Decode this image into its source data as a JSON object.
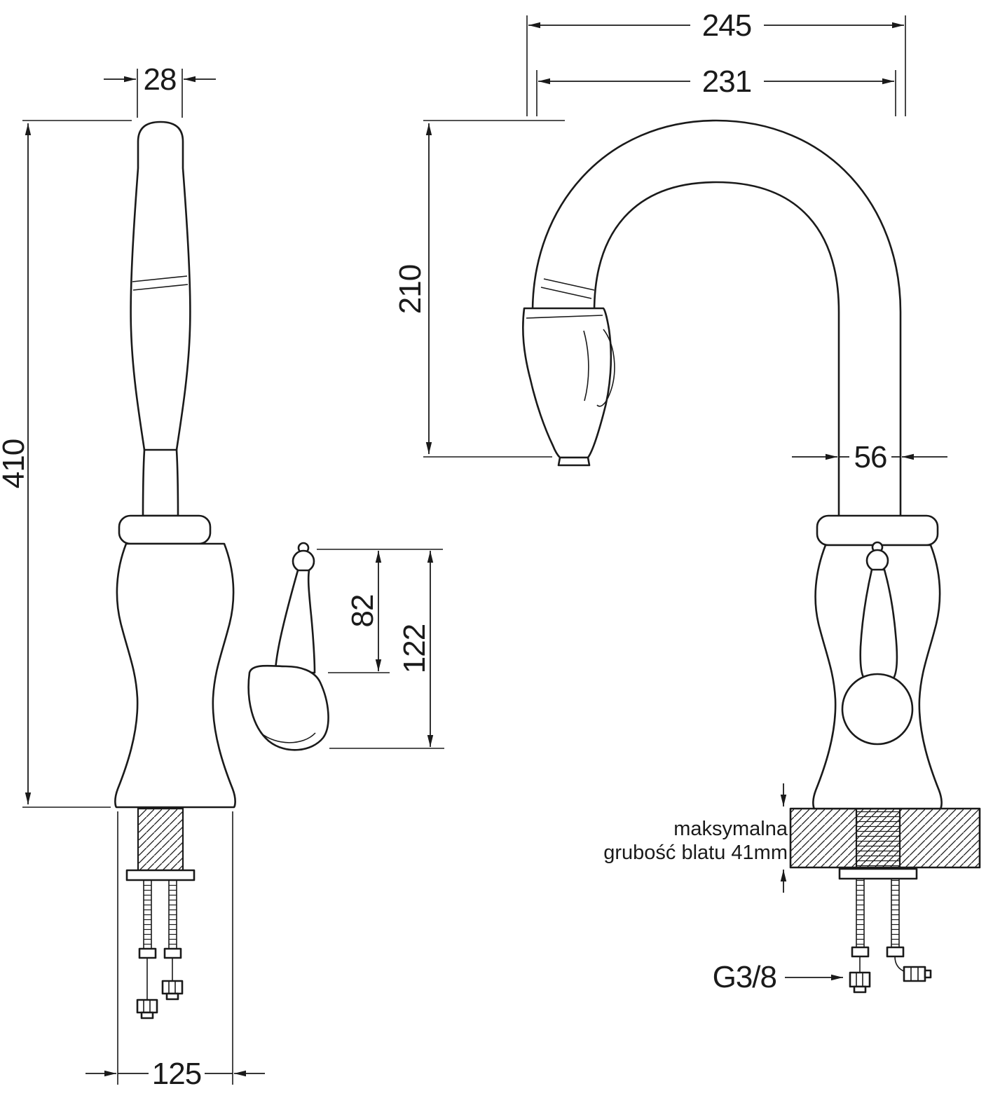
{
  "side_view": {
    "dim_top_width": "28",
    "dim_total_height": "410",
    "dim_handle_knob_height": "82",
    "dim_handle_overall_height": "122",
    "dim_base_width": "125"
  },
  "front_view": {
    "dim_overall_width": "245",
    "dim_spout_reach": "231",
    "dim_spout_height": "210",
    "dim_pipe_width": "56",
    "dim_thread_size": "G3/8",
    "counter_note_line1": "maksymalna",
    "counter_note_line2": "grubość blatu 41mm"
  }
}
